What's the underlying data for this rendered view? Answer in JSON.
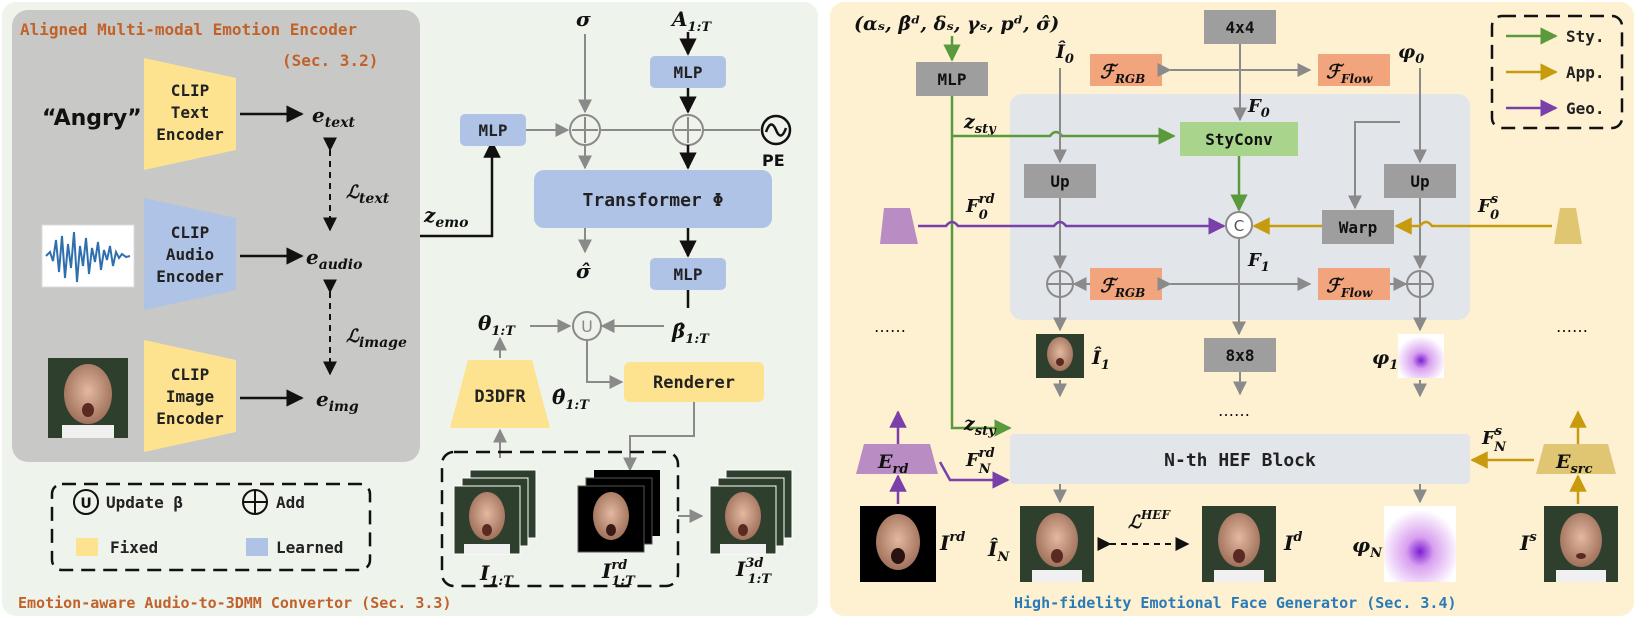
{
  "left": {
    "encoder_title": "Aligned Multi-modal Emotion Encoder",
    "encoder_sec": "(Sec. 3.2)",
    "angry": "“Angry”",
    "clip": "CLIP",
    "text_enc": [
      "Text",
      "Encoder"
    ],
    "audio_enc": [
      "Audio",
      "Encoder"
    ],
    "image_enc": [
      "Image",
      "Encoder"
    ],
    "e_text": "e",
    "e_text_sub": "text",
    "e_audio": "e",
    "e_audio_sub": "audio",
    "e_img": "e",
    "e_img_sub": "img",
    "l_text": "ℒ",
    "l_text_sub": "text",
    "l_image": "ℒ",
    "l_image_sub": "image",
    "z_emo": "z",
    "z_emo_sub": "emo",
    "mlp": "MLP",
    "sigma": "σ",
    "sigma_hat": "σ̂",
    "a_1t": "A",
    "a_1t_sub": "1:T",
    "pe": "PE",
    "transformer": "Transformer Φ",
    "theta_1t": "θ",
    "theta_1t_sub": "1:T",
    "beta_hat": "β̂",
    "beta_hat_sub": "1:T",
    "theta_hat": "θ̂",
    "theta_hat_sub": "1:T",
    "update_glyph": "U",
    "d3dfr": "D3DFR",
    "renderer": "Renderer",
    "i_1t": "I",
    "i_1t_sub": "1:T",
    "i_rd": "I",
    "i_rd_sup": "rd",
    "i_rd_sub": "1:T",
    "i_3d": "I",
    "i_3d_sup": "3d",
    "i_3d_sub": "1:T",
    "legend": {
      "update": "Update β",
      "add": "Add",
      "fixed": "Fixed",
      "learned": "Learned",
      "fixed_color": "#fde28f",
      "learned_color": "#aec3e6"
    },
    "convertor_title": "Emotion-aware Audio-to-3DMM Convertor (Sec. 3.3)"
  },
  "right": {
    "input_params": "(αₛ, β̂ᵈ, δₛ, γₛ, pᵈ, σ̂)",
    "mlp": "MLP",
    "z_sty": "z",
    "z_sty_sub": "sty",
    "i0": "Î",
    "i0_sub": "0",
    "phi0": "φ",
    "phi0_sub": "0",
    "f_rgb": "ℱ",
    "f_rgb_sub": "RGB",
    "f_flow": "ℱ",
    "f_flow_sub": "Flow",
    "four": "4x4",
    "f0": "F",
    "f0_sub": "0",
    "styconv": "StyConv",
    "up": "Up",
    "warp": "Warp",
    "concat_glyph": "C",
    "f0rd": "F",
    "f0rd_sup": "rd",
    "f0rd_sub": "0",
    "f0s": "F",
    "f0s_sup": "s",
    "f0s_sub": "0",
    "f1": "F",
    "f1_sub": "1",
    "i1": "Î",
    "i1_sub": "1",
    "phi1": "φ",
    "phi1_sub": "1",
    "eight": "8x8",
    "dots": "……",
    "hef_block": "N-th HEF Block",
    "e_rd": "E",
    "e_rd_sub": "rd",
    "e_src": "E",
    "e_src_sub": "src",
    "fnrd": "F",
    "fnrd_sup": "rd",
    "fnrd_sub": "N",
    "fns": "F",
    "fns_sup": "s",
    "fns_sub": "N",
    "i_rd": "I",
    "i_rd_sup": "rd",
    "i_n": "Î",
    "i_n_sub": "N",
    "l_hef": "ℒ",
    "l_hef_sup": "HEF",
    "i_d": "I",
    "i_d_sup": "d",
    "phi_n": "φ",
    "phi_n_sub": "N",
    "i_s": "I",
    "i_s_sup": "s",
    "legend": {
      "sty": "Sty.",
      "app": "App.",
      "geo": "Geo.",
      "sty_color": "#5a9a3c",
      "app_color": "#c89b0e",
      "geo_color": "#7a3fa8"
    },
    "generator_title": "High-fidelity Emotional Face Generator (Sec. 3.4)"
  }
}
